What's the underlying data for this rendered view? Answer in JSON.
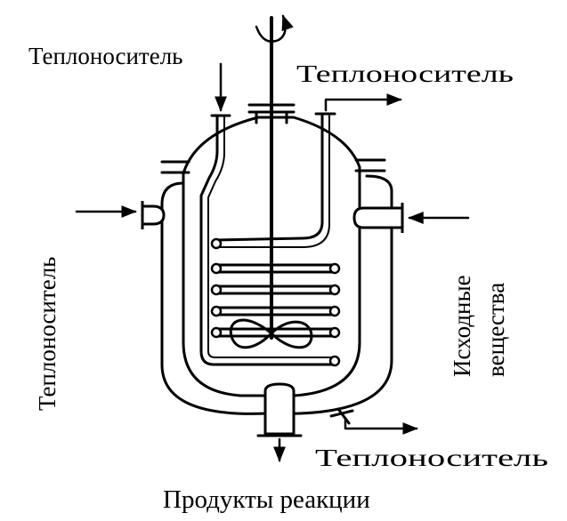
{
  "labels": {
    "coolant_inlet_top": "Теплоноситель",
    "coolant_outlet_top": "Теплоноситель",
    "coolant_left": "Теплоноситель",
    "feed_right_line1": "Исходные",
    "feed_right_line2": "вещества",
    "coolant_outlet_bottom": "Теплоноситель",
    "products": "Продукты реакции"
  },
  "colors": {
    "ink": "#000000",
    "paper": "#ffffff"
  }
}
